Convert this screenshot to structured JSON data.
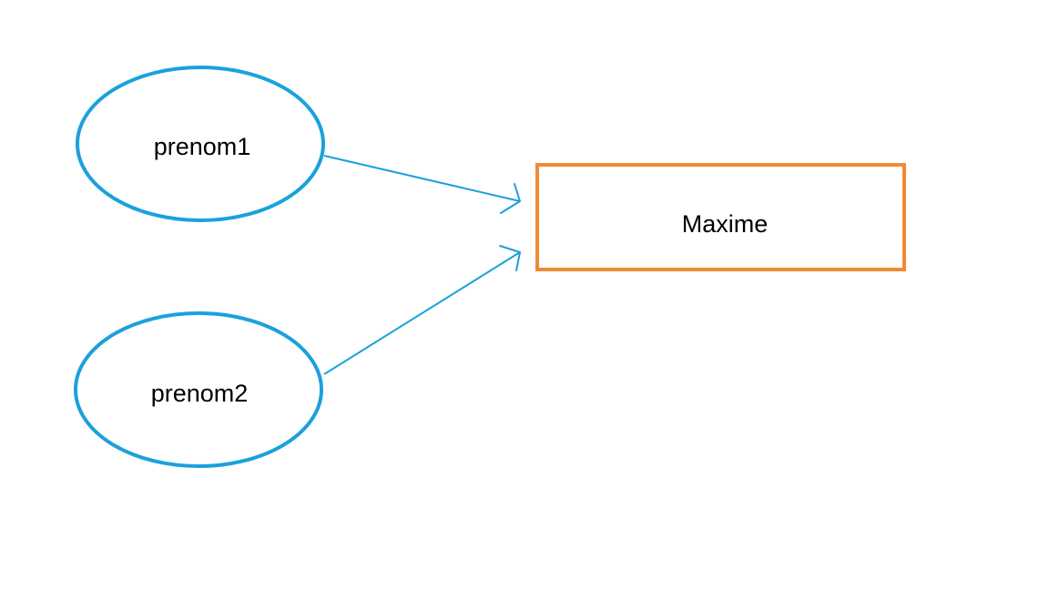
{
  "nodes": {
    "prenom1": {
      "label": "prenom1"
    },
    "prenom2": {
      "label": "prenom2"
    },
    "maxime": {
      "label": "Maxime"
    }
  },
  "edges": [
    {
      "from": "prenom1",
      "to": "maxime"
    },
    {
      "from": "prenom2",
      "to": "maxime"
    }
  ],
  "colors": {
    "ellipse_stroke": "#1ba1dc",
    "rect_stroke": "#f08a35",
    "arrow_stroke": "#1ba1dc",
    "text": "#000000"
  }
}
